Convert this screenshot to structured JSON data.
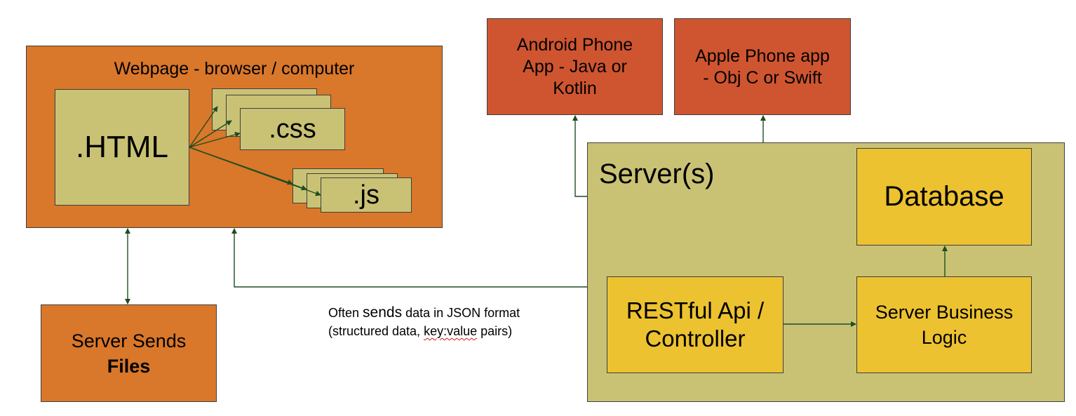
{
  "webpage": {
    "title": "Webpage - browser / computer",
    "html_label": ".HTML",
    "css_label": ".css",
    "js_label": ".js"
  },
  "server_files": {
    "line1": "Server Sends",
    "line2": "Files"
  },
  "android": {
    "line1": "Android Phone",
    "line2": "App - Java or",
    "line3": "Kotlin"
  },
  "apple": {
    "line1": "Apple Phone app",
    "line2": "- Obj C or Swift"
  },
  "servers": {
    "title": "Server(s)",
    "database": "Database",
    "api_line1": "RESTful Api /",
    "api_line2": "Controller",
    "logic_line1": "Server Business",
    "logic_line2": "Logic"
  },
  "note": {
    "line1_pre": "Often ",
    "line1_emph": "sends",
    "line1_post": " data in JSON format",
    "line2_pre": "(structured data, ",
    "line2_squiggle": "key:value",
    "line2_post": " pairs)"
  },
  "colors": {
    "webpage": "#d9772b",
    "phone_apps": "#cf5530",
    "server": "#c9c275",
    "components": "#ecc230",
    "arrows": "#1f4e1f"
  }
}
